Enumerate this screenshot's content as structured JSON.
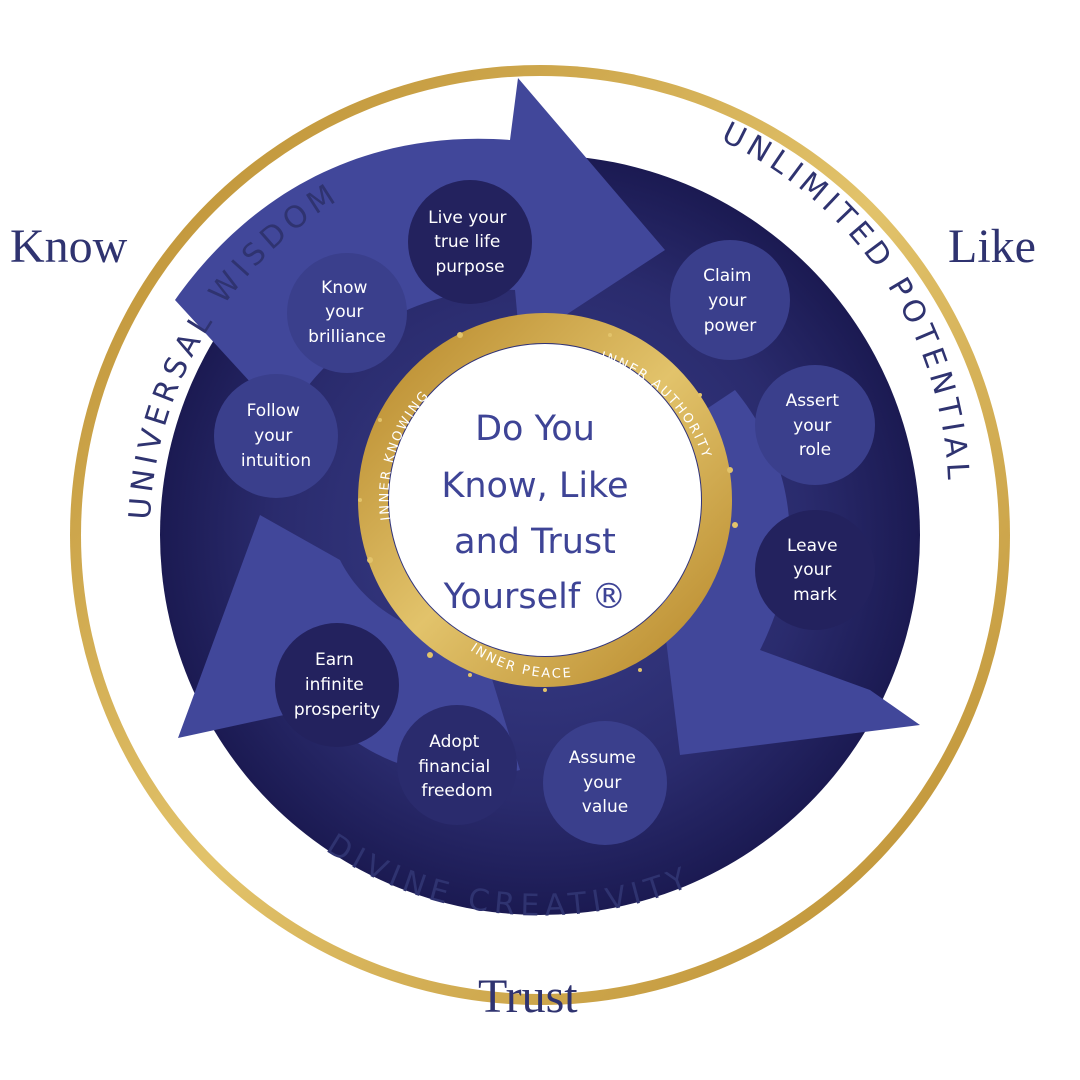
{
  "outer_words": {
    "know": "Know",
    "like": "Like",
    "trust": "Trust"
  },
  "ring_labels": {
    "left": "UNIVERSAL WISDOM",
    "right": "UNLIMITED POTENTIAL",
    "bottom": "DIVINE CREATIVITY"
  },
  "inner_arc_labels": {
    "knowing": "INNER KNOWING",
    "authority": "INNER AUTHORITY",
    "peace": "INNER PEACE"
  },
  "center_title": [
    "Do You",
    "Know, Like",
    " and Trust",
    "Yourself ®"
  ],
  "nodes": [
    {
      "lines": [
        "Live your",
        "true life",
        "purpose"
      ]
    },
    {
      "lines": [
        "Know",
        "your",
        "brilliance"
      ]
    },
    {
      "lines": [
        "Follow",
        "your",
        "intuition"
      ]
    },
    {
      "lines": [
        "Claim",
        "your",
        "power"
      ]
    },
    {
      "lines": [
        "Assert",
        "your",
        "role"
      ]
    },
    {
      "lines": [
        "Leave",
        "your",
        "mark"
      ]
    },
    {
      "lines": [
        "Earn",
        "infinite",
        "prosperity"
      ]
    },
    {
      "lines": [
        "Adopt",
        "financial",
        "freedom"
      ]
    },
    {
      "lines": [
        "Assume",
        "your",
        "value"
      ]
    }
  ],
  "colors": {
    "navy": "#1b1a52",
    "indigo": "#3a3f8c",
    "arrow": "#41479a",
    "gold": "#c9a244",
    "outer_word": "#2f3370",
    "center_text": "#3e4496"
  }
}
